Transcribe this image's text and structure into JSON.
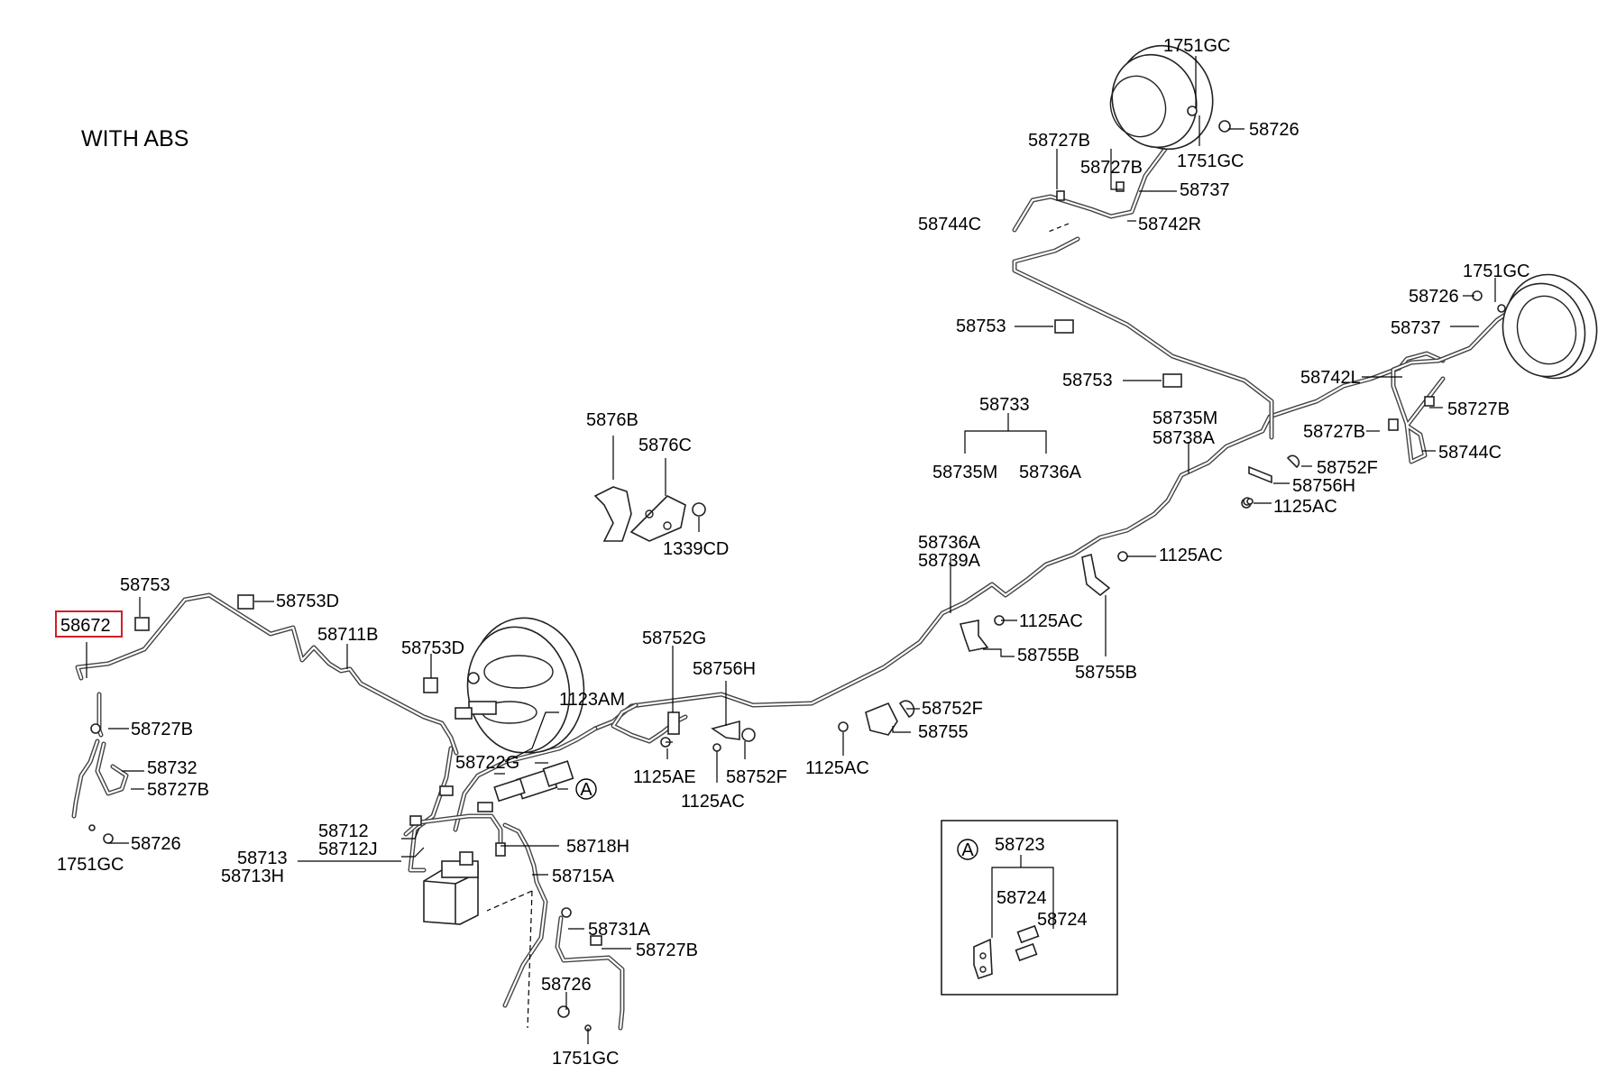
{
  "title": "WITH ABS",
  "highlight_color": "#d31f26",
  "line_color": "#444444",
  "labels": {
    "p1751gc_a": "1751GC",
    "p58726_a": "58726",
    "p1751gc_b": "1751GC",
    "p58727b_a": "58727B",
    "p58727b_b": "58727B",
    "p58737_a": "58737",
    "p58744c_a": "58744C",
    "p58742r": "58742R",
    "p1751gc_c": "1751GC",
    "p58726_b": "58726",
    "p58737_b": "58737",
    "p58742l": "58742L",
    "p58727b_c": "58727B",
    "p58727b_d": "58727B",
    "p58744c_b": "58744C",
    "p58752f_a": "58752F",
    "p58756h_a": "58756H",
    "p1125ac_a": "1125AC",
    "p58753_a": "58753",
    "p58753_b": "58753",
    "p58733": "58733",
    "p58735m_a": "58735M",
    "p58736a_a": "58736A",
    "p58735m_b": "58735M",
    "p58738a": "58738A",
    "p5876b": "5876B",
    "p5876c": "5876C",
    "p1339cd": "1339CD",
    "p58736a_b": "58736A",
    "p58739a": "58739A",
    "p1125ac_b": "1125AC",
    "p1125ac_c": "1125AC",
    "p58755b_a": "58755B",
    "p58755b_b": "58755B",
    "p58752f_b": "58752F",
    "p58755": "58755",
    "p1125ac_d": "1125AC",
    "p58752g": "58752G",
    "p58756h_b": "58756H",
    "p1125ae": "1125AE",
    "p58752f_c": "58752F",
    "p1125ac_e": "1125AC",
    "p58753_c": "58753",
    "p58753d_a": "58753D",
    "p58672": "58672",
    "p58711b": "58711B",
    "p58753d_b": "58753D",
    "p1123am": "1123AM",
    "p58727b_e": "58727B",
    "p58732": "58732",
    "p58727b_f": "58727B",
    "p58726_c": "58726",
    "p1751gc_d": "1751GC",
    "p58722g": "58722G",
    "ref_a_1": "A",
    "p58712": "58712",
    "p58712j": "58712J",
    "p58713": "58713",
    "p58713h": "58713H",
    "p58718h": "58718H",
    "p58715a": "58715A",
    "p58731a": "58731A",
    "p58727b_g": "58727B",
    "p58726_d": "58726",
    "p1751gc_e": "1751GC",
    "ref_a_2": "A",
    "p58723": "58723",
    "p58724_a": "58724",
    "p58724_b": "58724"
  }
}
